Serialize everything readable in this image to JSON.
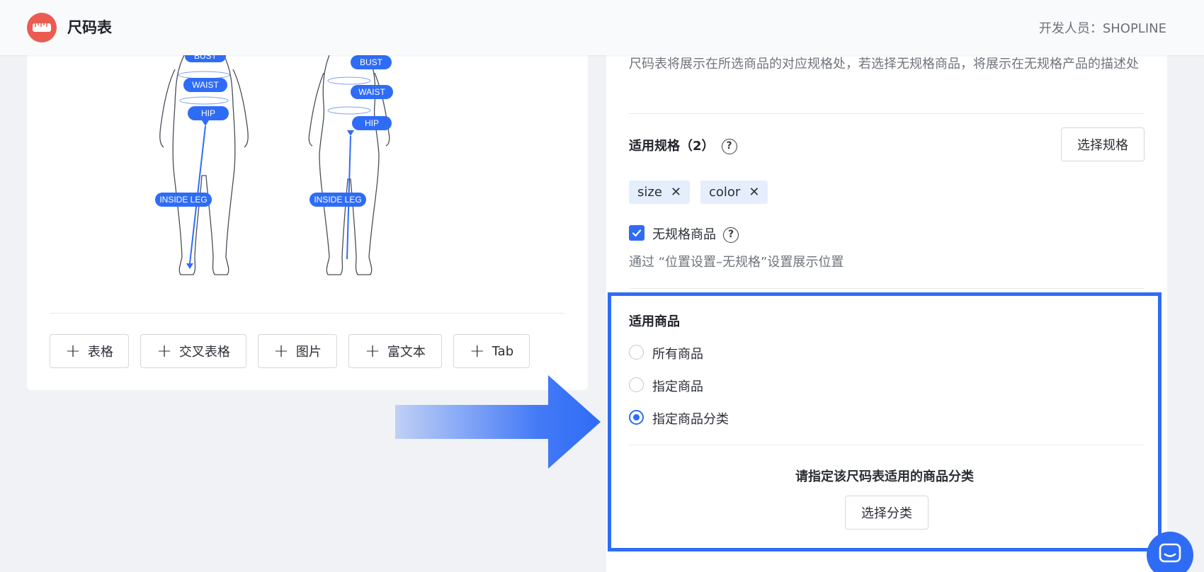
{
  "header": {
    "app_title": "尺码表",
    "developer": "开发人员：SHOPLINE",
    "logo_icon": "tape-measure-icon",
    "logo_color": "#ec5b52"
  },
  "left": {
    "figure_labels": {
      "bust": "BUST",
      "waist": "WAIST",
      "hip": "HIP",
      "inside_leg": "INSIDE LEG"
    },
    "add_buttons": [
      {
        "label": "表格"
      },
      {
        "label": "交叉表格"
      },
      {
        "label": "图片"
      },
      {
        "label": "富文本"
      },
      {
        "label": "Tab"
      }
    ]
  },
  "right": {
    "description": "尺码表将展示在所选商品的对应规格处，若选择无规格商品，将展示在无规格产品的描述处",
    "spec_section": {
      "title": "适用规格（2）",
      "select_button": "选择规格",
      "tags": [
        "size",
        "color"
      ]
    },
    "no_spec": {
      "label": "无规格商品",
      "checked": true,
      "hint": "通过 “位置设置–无规格”设置展示位置"
    },
    "products_section": {
      "title": "适用商品",
      "options": [
        {
          "label": "所有商品",
          "checked": false
        },
        {
          "label": "指定商品",
          "checked": false
        },
        {
          "label": "指定商品分类",
          "checked": true
        }
      ],
      "prompt": "请指定该尺码表适用的商品分类",
      "select_button": "选择分类"
    }
  },
  "colors": {
    "accent": "#2f6cf6",
    "tag_bg": "#e4eefd"
  }
}
